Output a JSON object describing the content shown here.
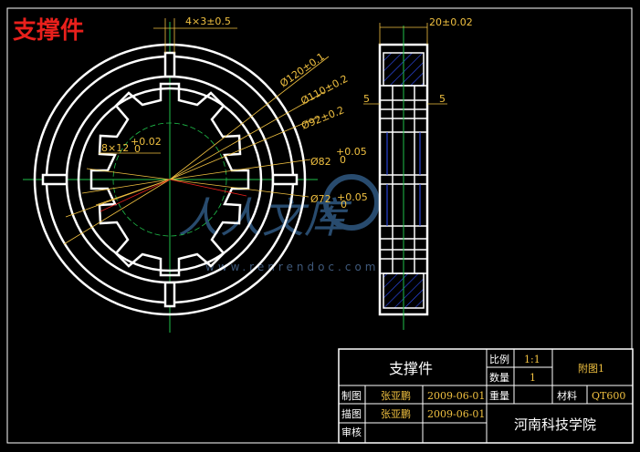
{
  "title": "支撑件",
  "watermark_url": "www.renrendoc.com",
  "dims": {
    "slot": "4×3±0.5",
    "spline": "8×12",
    "spline_tol_upper": "+0.02",
    "spline_tol_lower": "0",
    "d120": "Ø120±0.1",
    "d110": "Ø110±0.2",
    "d92": "Ø92±0.2",
    "d82": "Ø82",
    "d82_tol_upper": "+0.05",
    "d82_tol_lower": "0",
    "d72": "Ø72",
    "d72_tol_upper": "+0.05",
    "d72_tol_lower": "0",
    "width": "20±0.02",
    "left5": "5",
    "right5": "5"
  },
  "title_block": {
    "part_name": "支撑件",
    "scale_label": "比例",
    "scale": "1:1",
    "quantity_label": "数量",
    "quantity": "1",
    "sheet": "附图1",
    "drawn_label": "制图",
    "drawn_by": "张亚鹏",
    "drawn_date": "2009-06-01",
    "weight_label": "重量",
    "material_label": "材料",
    "material": "QT600",
    "traced_label": "描图",
    "traced_by": "张亚鹏",
    "traced_date": "2009-06-01",
    "review_label": "审核",
    "institution": "河南科技学院"
  }
}
